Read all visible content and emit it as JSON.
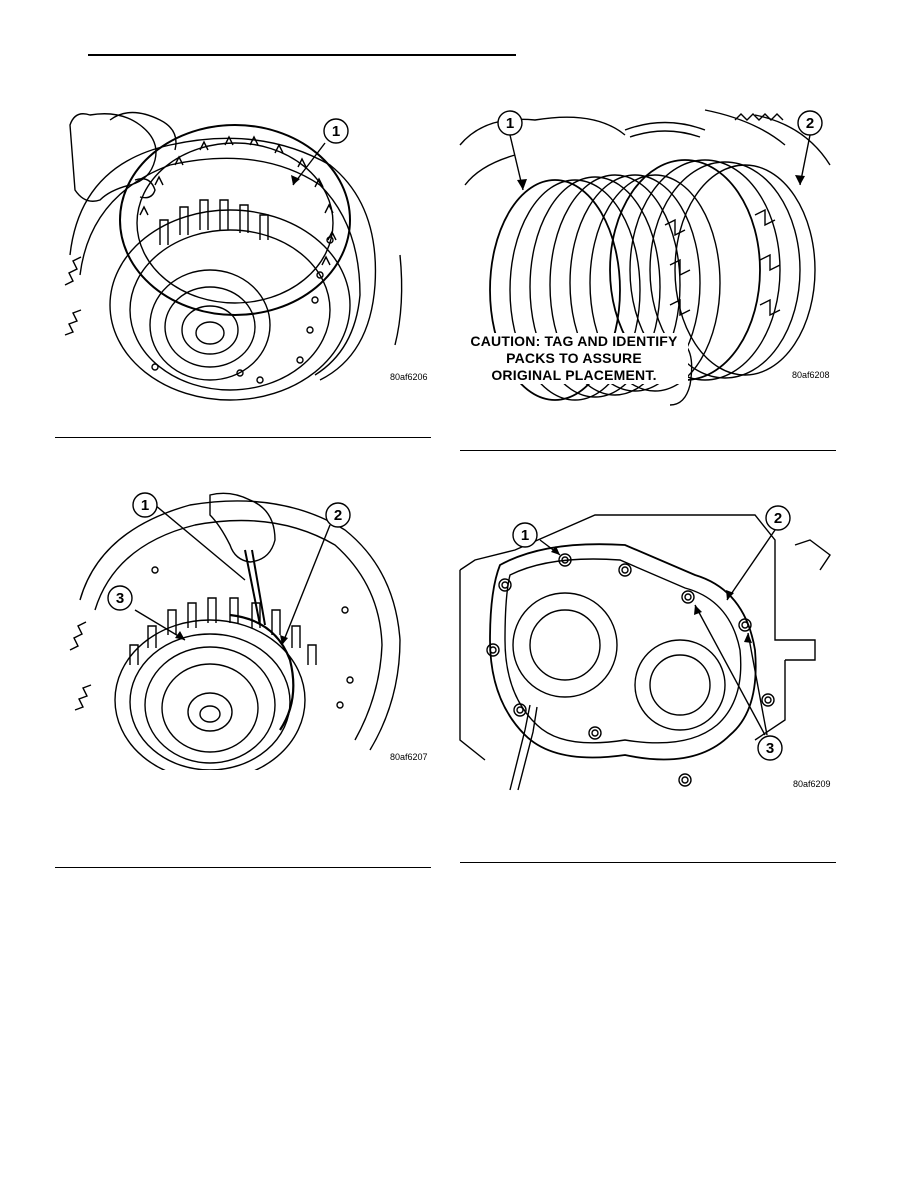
{
  "figures": [
    {
      "code": "80af6206",
      "callouts": [
        "1"
      ]
    },
    {
      "code": "80af6208",
      "callouts": [
        "1",
        "2"
      ],
      "caution": [
        "CAUTION: TAG AND IDENTIFY",
        "PACKS TO ASSURE",
        "ORIGINAL PLACEMENT."
      ]
    },
    {
      "code": "80af6207",
      "callouts": [
        "1",
        "2",
        "3"
      ]
    },
    {
      "code": "80af6209",
      "callouts": [
        "1",
        "2",
        "3"
      ]
    }
  ]
}
